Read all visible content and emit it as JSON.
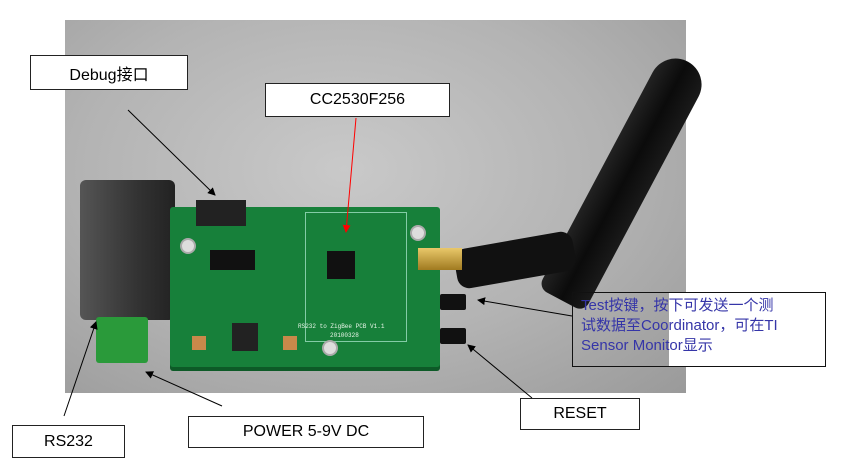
{
  "labels": {
    "debug": "Debug接口",
    "cc2530": "CC2530F256",
    "test_line1": "Test按键，按下可发送一个测",
    "test_line2": "试数据至Coordinator，可在TI",
    "test_line3": "Sensor Monitor显示",
    "reset": "RESET",
    "rs232": "RS232",
    "power": "POWER 5-9V DC"
  },
  "pcb_silkscreen": {
    "title": "RS232 to ZigBee PCB V1.1",
    "date": "20100328"
  },
  "colors": {
    "test_text": "#3535a8",
    "cc_arrow": "#ff0000",
    "pcb": "#17803a"
  }
}
